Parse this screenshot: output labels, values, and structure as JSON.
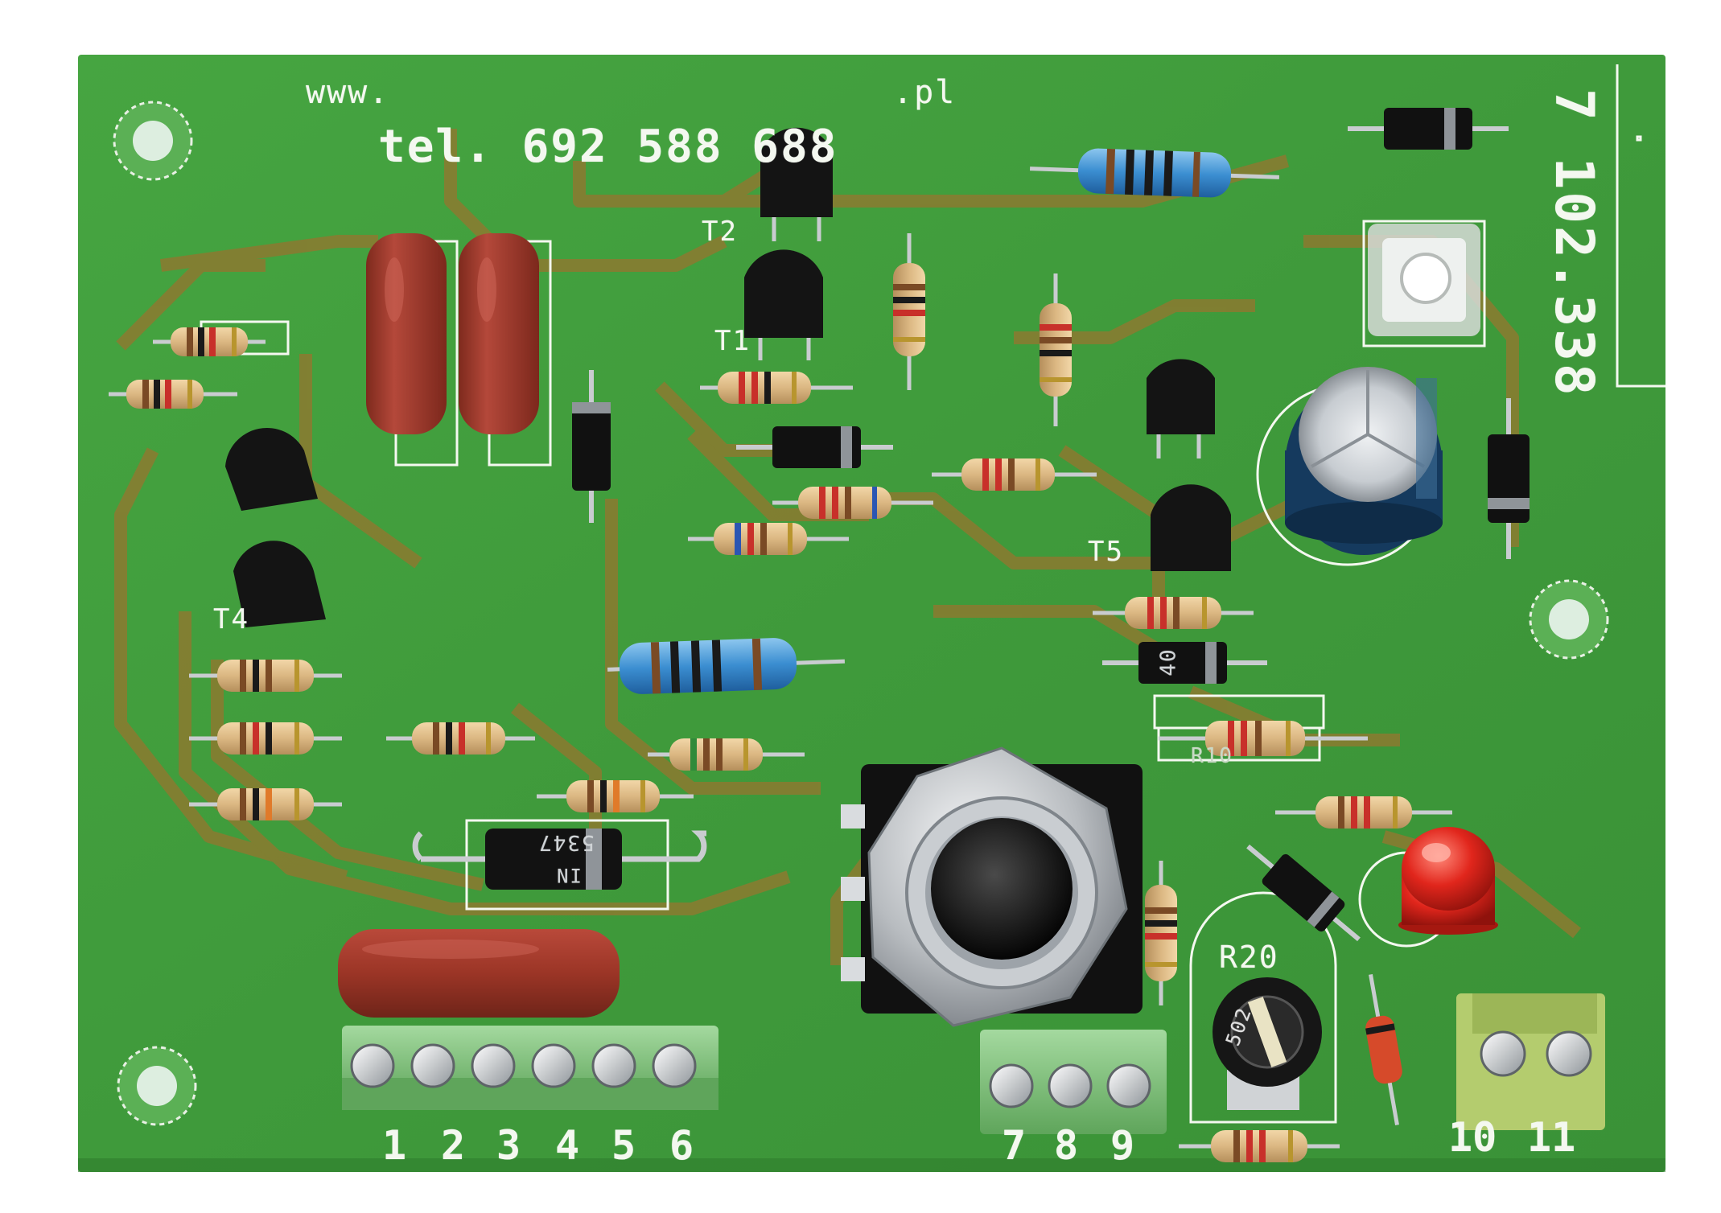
{
  "pcb": {
    "silkscreen": {
      "website_prefix": "www.",
      "website_suffix": ".pl",
      "phone": "tel. 692 588 688",
      "board_code": "7 102.338"
    },
    "designators": {
      "t1": "T1",
      "t2": "T2",
      "t4": "T4",
      "t5": "T5",
      "r10": "R10",
      "r20": "R20"
    },
    "diode_markings": {
      "d_1n5347": "5347",
      "d_1n_prefix": "IN",
      "d_4007": "40"
    },
    "trimmer_marking": "502",
    "terminal_labels": [
      "1",
      "2",
      "3",
      "4",
      "5",
      "6",
      "7",
      "8",
      "9",
      "10",
      "11"
    ],
    "colors": {
      "board": "#3f9a3b",
      "board_edge": "#2f8230",
      "trace": "#8a7d2e",
      "silk": "#f4f8f0",
      "capacitor_red": "#9b3526",
      "terminal_green": "#7dc47a",
      "terminal_lime": "#b4cc6e",
      "led_red": "#e1261c"
    }
  }
}
